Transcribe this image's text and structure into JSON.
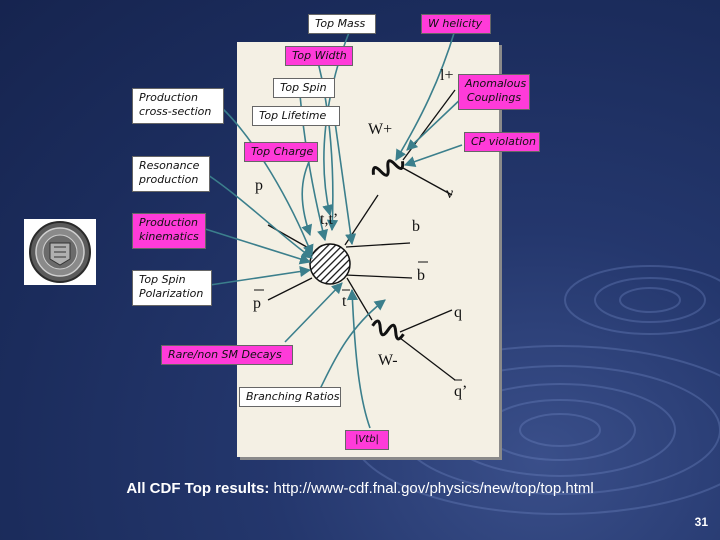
{
  "boxes": {
    "top_mass": "Top Mass",
    "w_helicity": "W helicity",
    "top_width": "Top Width",
    "top_spin": "Top Spin",
    "anomalous_couplings": "Anomalous\nCouplings",
    "production_xsec": "Production\ncross-section",
    "top_lifetime": "Top Lifetime",
    "cp_violation": "CP violation",
    "top_charge": "Top Charge",
    "resonance_production": "Resonance\nproduction",
    "production_kinematics": "Production\nkinematics",
    "top_spin_polarization": "Top Spin\nPolarization",
    "rare_decays": "Rare/non SM Decays",
    "branching_ratios": "Branching Ratios",
    "vtb": "|Vtb|"
  },
  "particles": {
    "lepton": "l+",
    "w_plus": "W+",
    "proton": "p",
    "neutrino": "ν",
    "top_pair": "t,t’",
    "b": "b",
    "bbar": "b",
    "pbar": "p",
    "tbar": "t",
    "q": "q",
    "w_minus": "W-",
    "qprime": "q’"
  },
  "footer": {
    "prefix": "All CDF Top results:",
    "url": " http://www-cdf.fnal.gov/physics/new/top/top.html"
  },
  "page_number": "31",
  "colors": {
    "arrow": "#3b7f8c",
    "pink_box": "#ff3bd9",
    "panel": "#f4f0e4"
  }
}
